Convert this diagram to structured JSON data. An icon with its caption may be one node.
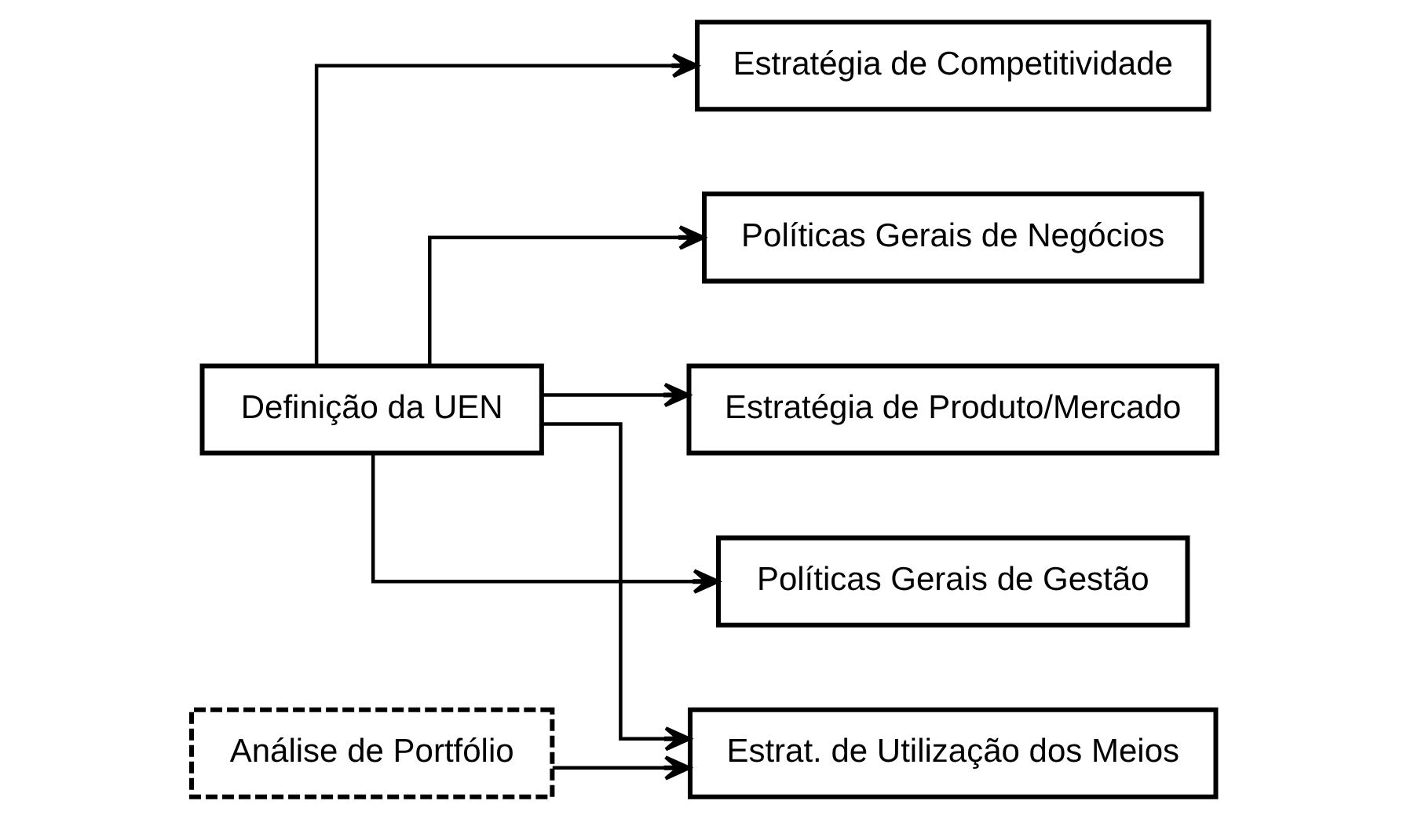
{
  "diagram": {
    "nodes": [
      {
        "text": [
          "Definição da UEN"
        ]
      },
      {
        "text": [
          "Estratégia de Competitividade"
        ]
      },
      {
        "text": [
          "Políticas Gerais de Negócios"
        ]
      },
      {
        "text": [
          "Estratégia de Produto/Mercado"
        ]
      },
      {
        "text": [
          "Políticas Gerais de Gestão"
        ]
      },
      {
        "text": [
          "Estrat. de Utilização dos Meios"
        ]
      },
      {
        "text": [
          "Análise de Portfólio"
        ]
      }
    ],
    "edges": [
      {
        "from": 0,
        "to": 1,
        "arrow": "to"
      },
      {
        "from": 0,
        "to": 2,
        "arrow": "to"
      },
      {
        "from": 0,
        "to": 3,
        "arrow": "to"
      },
      {
        "from": 0,
        "to": 4,
        "arrow": "to"
      },
      {
        "from": 0,
        "to": 5,
        "arrow": "to"
      },
      {
        "from": 6,
        "to": 5,
        "arrow": "to"
      }
    ]
  }
}
